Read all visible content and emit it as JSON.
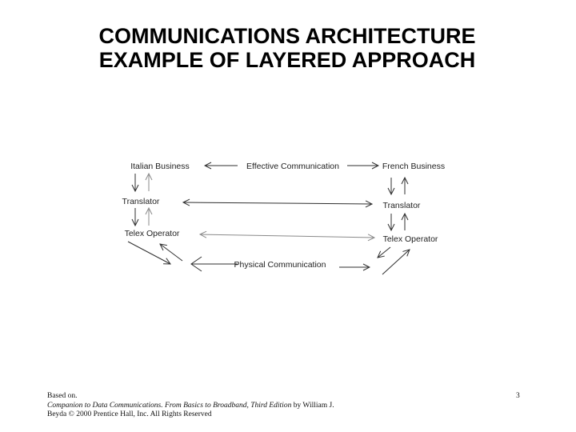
{
  "slide": {
    "title_line1": "COMMUNICATIONS ARCHITECTURE",
    "title_line2": "EXAMPLE OF LAYERED APPROACH",
    "page_number": "3"
  },
  "diagram": {
    "type": "layered-communication-architecture",
    "nodes": [
      {
        "id": "italian-business",
        "label": "Italian Business"
      },
      {
        "id": "effective-communication",
        "label": "Effective Communication"
      },
      {
        "id": "french-business",
        "label": "French Business"
      },
      {
        "id": "translator-left",
        "label": "Translator"
      },
      {
        "id": "translator-right",
        "label": "Translator"
      },
      {
        "id": "telex-operator-left",
        "label": "Telex Operator"
      },
      {
        "id": "telex-operator-right",
        "label": "Telex Operator"
      },
      {
        "id": "physical-communication",
        "label": "Physical Communication"
      }
    ],
    "edges": [
      {
        "from": "effective-communication",
        "to": "italian-business",
        "bidirectional": false
      },
      {
        "from": "effective-communication",
        "to": "french-business",
        "bidirectional": false
      },
      {
        "from": "italian-business",
        "to": "translator-left",
        "bidirectional": true
      },
      {
        "from": "translator-left",
        "to": "telex-operator-left",
        "bidirectional": true
      },
      {
        "from": "translator-left",
        "to": "translator-right",
        "bidirectional": true
      },
      {
        "from": "french-business",
        "to": "translator-right",
        "bidirectional": true
      },
      {
        "from": "translator-right",
        "to": "telex-operator-right",
        "bidirectional": true
      },
      {
        "from": "telex-operator-left",
        "to": "telex-operator-right",
        "bidirectional": true
      },
      {
        "from": "telex-operator-left",
        "to": "physical-communication",
        "bidirectional": true
      },
      {
        "from": "physical-communication",
        "to": "telex-operator-right",
        "bidirectional": true
      }
    ],
    "colors": {
      "line_dark": "#2f2f2f",
      "line_light": "#8a8a8a",
      "text": "#1f1f1f"
    }
  },
  "footer": {
    "line1": "Based on.",
    "line2_italic": "Companion to Data Communications. From Basics to Broadband, Third Edition",
    "line2_rest": " by William J.",
    "line3": "Beyda © 2000 Prentice Hall, Inc. All Rights Reserved"
  }
}
